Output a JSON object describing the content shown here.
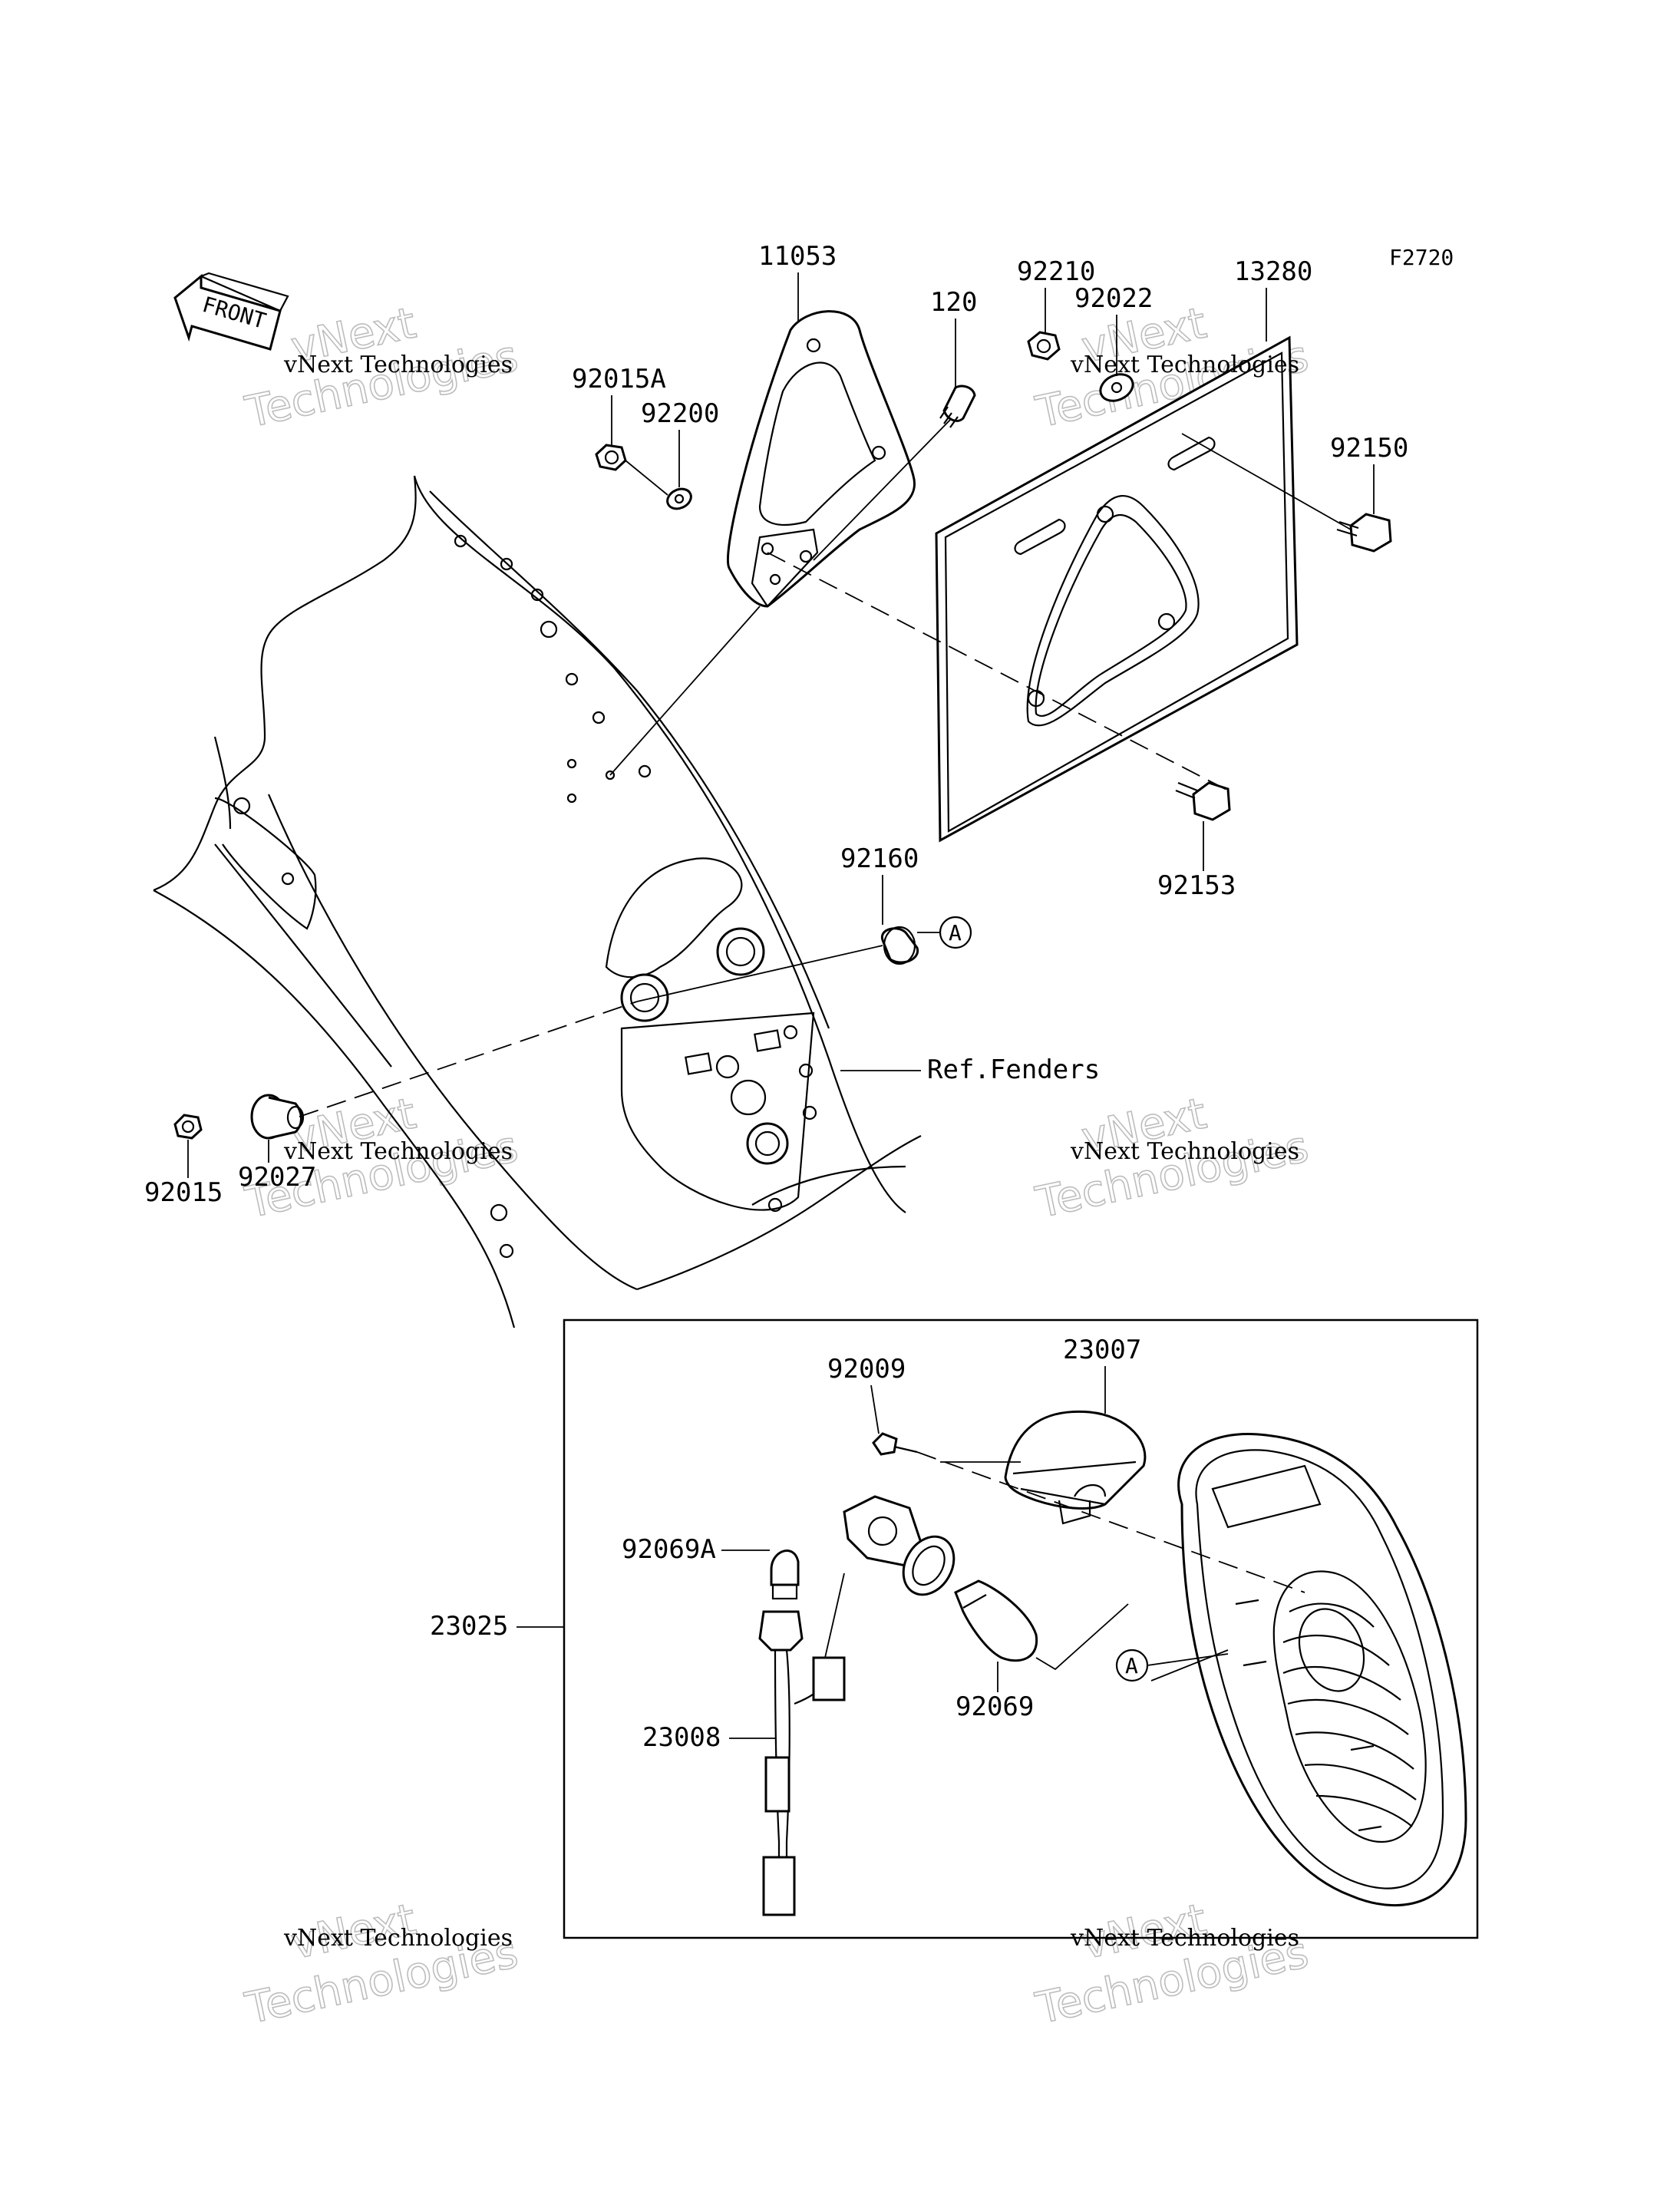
{
  "figure_code": "F2720",
  "front_arrow_label": "FRONT",
  "ref_label": "Ref.Fenders",
  "callout_letter": "A",
  "part_numbers": {
    "p11053": "11053",
    "p120": "120",
    "p92210": "92210",
    "p92022": "92022",
    "p13280": "13280",
    "p92015A": "92015A",
    "p92200": "92200",
    "p92150": "92150",
    "p92153": "92153",
    "p92160": "92160",
    "p92015": "92015",
    "p92027": "92027",
    "p92009": "92009",
    "p23007": "23007",
    "p92069A": "92069A",
    "p23025": "23025",
    "p23008": "23008",
    "p92069": "92069"
  },
  "watermark": {
    "line1": "vNext Technologies",
    "line2": "vNext",
    "line3": "Technologies"
  }
}
